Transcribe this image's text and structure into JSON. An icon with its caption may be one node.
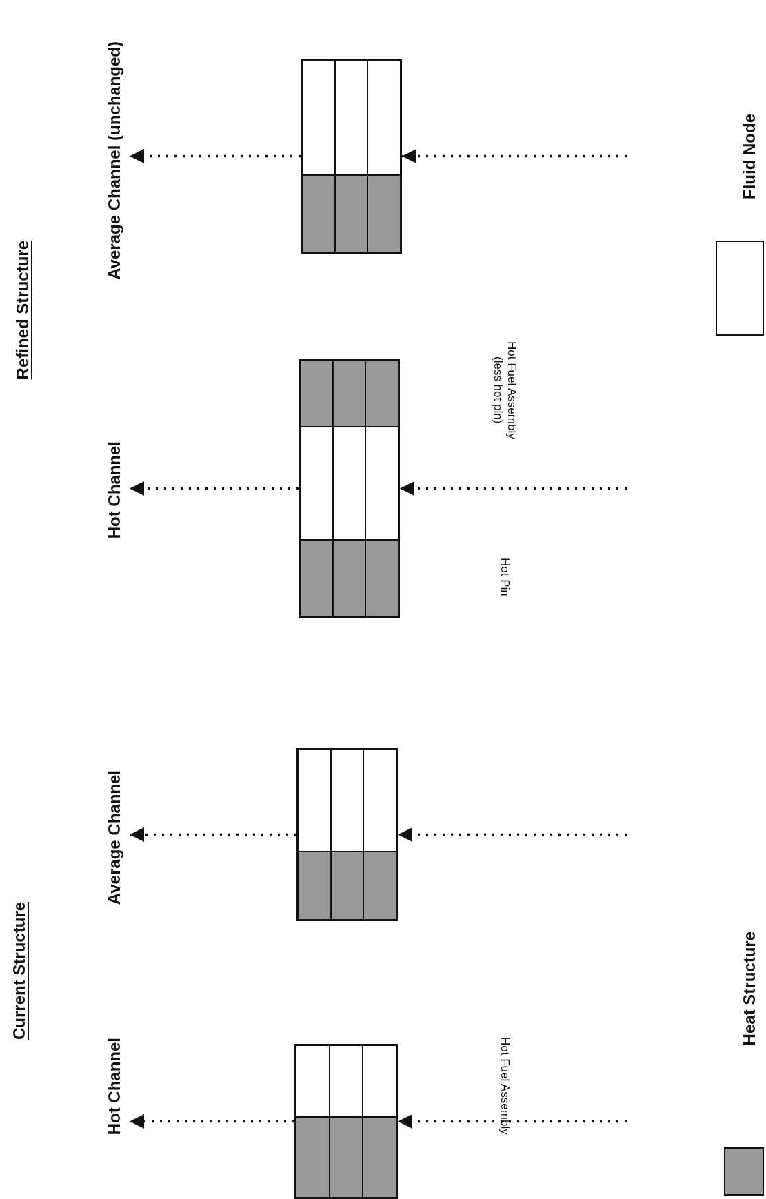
{
  "diagram": {
    "nodes": [
      {
        "text": [
          "Average Channel (unchanged)"
        ]
      },
      {
        "text": [],
        "shape": "box"
      },
      {
        "text": [
          "Hot Channel"
        ]
      },
      {
        "text": [],
        "shape": "box"
      },
      {
        "text": [
          "Average Channel"
        ]
      },
      {
        "text": [],
        "shape": "box"
      },
      {
        "text": [
          "Hot Channel"
        ]
      },
      {
        "text": [],
        "shape": "box"
      }
    ],
    "edges": [
      {
        "from": null,
        "to": 1,
        "arrow": "to",
        "style": "dashed"
      },
      {
        "from": 1,
        "to": 0,
        "arrow": "to",
        "style": "dashed"
      },
      {
        "from": null,
        "to": 3,
        "arrow": "to",
        "style": "dashed"
      },
      {
        "from": 3,
        "to": 2,
        "arrow": "to",
        "style": "dashed"
      },
      {
        "from": null,
        "to": 5,
        "arrow": "to",
        "style": "dashed"
      },
      {
        "from": 5,
        "to": 4,
        "arrow": "to",
        "style": "dashed"
      },
      {
        "from": null,
        "to": 7,
        "arrow": "to",
        "style": "dashed"
      },
      {
        "from": 7,
        "to": 6,
        "arrow": "to",
        "style": "dashed"
      }
    ],
    "labels": [
      "Refined Structure",
      "Hot Fuel Assembly (less hot pin)",
      "Hot Pin",
      "Current Structure",
      "Hot Fuel Assembly"
    ],
    "legend": [
      {
        "text": "Heat Structure",
        "color": "#9a9a9a"
      },
      {
        "text": "Fluid Node",
        "color": "#ffffff"
      }
    ]
  }
}
